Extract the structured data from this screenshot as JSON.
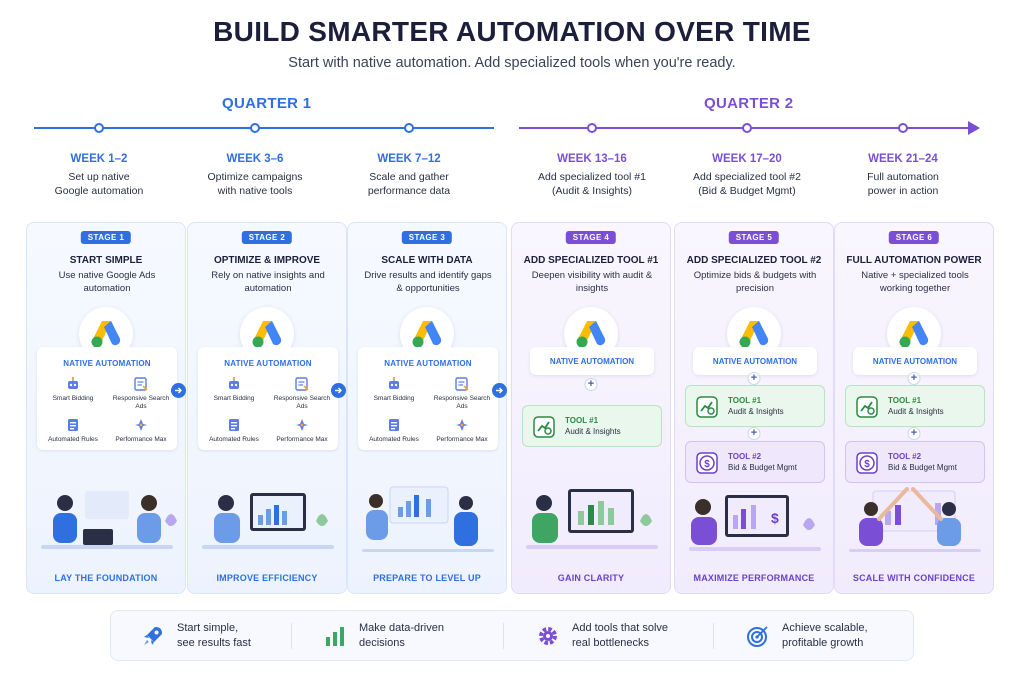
{
  "header": {
    "title": "BUILD SMARTER AUTOMATION OVER TIME",
    "subtitle": "Start with native automation. Add specialized tools when you're ready."
  },
  "quarters": [
    "QUARTER 1",
    "QUARTER 2"
  ],
  "weeks": [
    {
      "label": "WEEK 1–2",
      "line1": "Set up native",
      "line2": "Google automation"
    },
    {
      "label": "WEEK 3–6",
      "line1": "Optimize campaigns",
      "line2": "with native tools"
    },
    {
      "label": "WEEK 7–12",
      "line1": "Scale and gather",
      "line2": "performance data"
    },
    {
      "label": "WEEK 13–16",
      "line1": "Add specialized tool #1",
      "line2": "(Audit & Insights)"
    },
    {
      "label": "WEEK 17–20",
      "line1": "Add specialized tool #2",
      "line2": "(Bid & Budget Mgmt)"
    },
    {
      "label": "WEEK 21–24",
      "line1": "Full automation",
      "line2": "power in action"
    }
  ],
  "stages": [
    {
      "badge": "STAGE 1",
      "title": "START SIMPLE",
      "desc": "Use native Google Ads automation",
      "footer": "LAY THE FOUNDATION"
    },
    {
      "badge": "STAGE 2",
      "title": "OPTIMIZE & IMPROVE",
      "desc": "Rely on native insights and automation",
      "footer": "IMPROVE EFFICIENCY"
    },
    {
      "badge": "STAGE 3",
      "title": "SCALE WITH DATA",
      "desc": "Drive results and identify gaps & opportunities",
      "footer": "PREPARE TO LEVEL UP"
    },
    {
      "badge": "STAGE 4",
      "title": "ADD SPECIALIZED TOOL #1",
      "desc": "Deepen visibility with audit & insights",
      "footer": "GAIN CLARITY"
    },
    {
      "badge": "STAGE 5",
      "title": "ADD SPECIALIZED TOOL #2",
      "desc": "Optimize bids & budgets with precision",
      "footer": "MAXIMIZE PERFORMANCE"
    },
    {
      "badge": "STAGE 6",
      "title": "FULL AUTOMATION POWER",
      "desc": "Native + specialized tools working together",
      "footer": "SCALE WITH CONFIDENCE"
    }
  ],
  "native": {
    "title": "NATIVE AUTOMATION",
    "features": [
      "Smart Bidding",
      "Responsive Search Ads",
      "Automated Rules",
      "Performance Max"
    ]
  },
  "tools": {
    "tool1": {
      "name": "TOOL #1",
      "desc": "Audit & Insights"
    },
    "tool2": {
      "name": "TOOL #2",
      "desc": "Bid & Budget Mgmt"
    }
  },
  "bottom": [
    {
      "icon": "rocket-icon",
      "line1": "Start simple,",
      "line2": "see results fast"
    },
    {
      "icon": "bar-chart-icon",
      "line1": "Make data-driven",
      "line2": "decisions"
    },
    {
      "icon": "gear-icon",
      "line1": "Add tools that solve",
      "line2": "real bottlenecks"
    },
    {
      "icon": "target-icon",
      "line1": "Achieve scalable,",
      "line2": "profitable growth"
    }
  ],
  "colors": {
    "quarter1": "#2f6fe0",
    "quarter2": "#7a4fd6",
    "tool1": "#2b8a45",
    "tool2": "#6a42c8"
  }
}
